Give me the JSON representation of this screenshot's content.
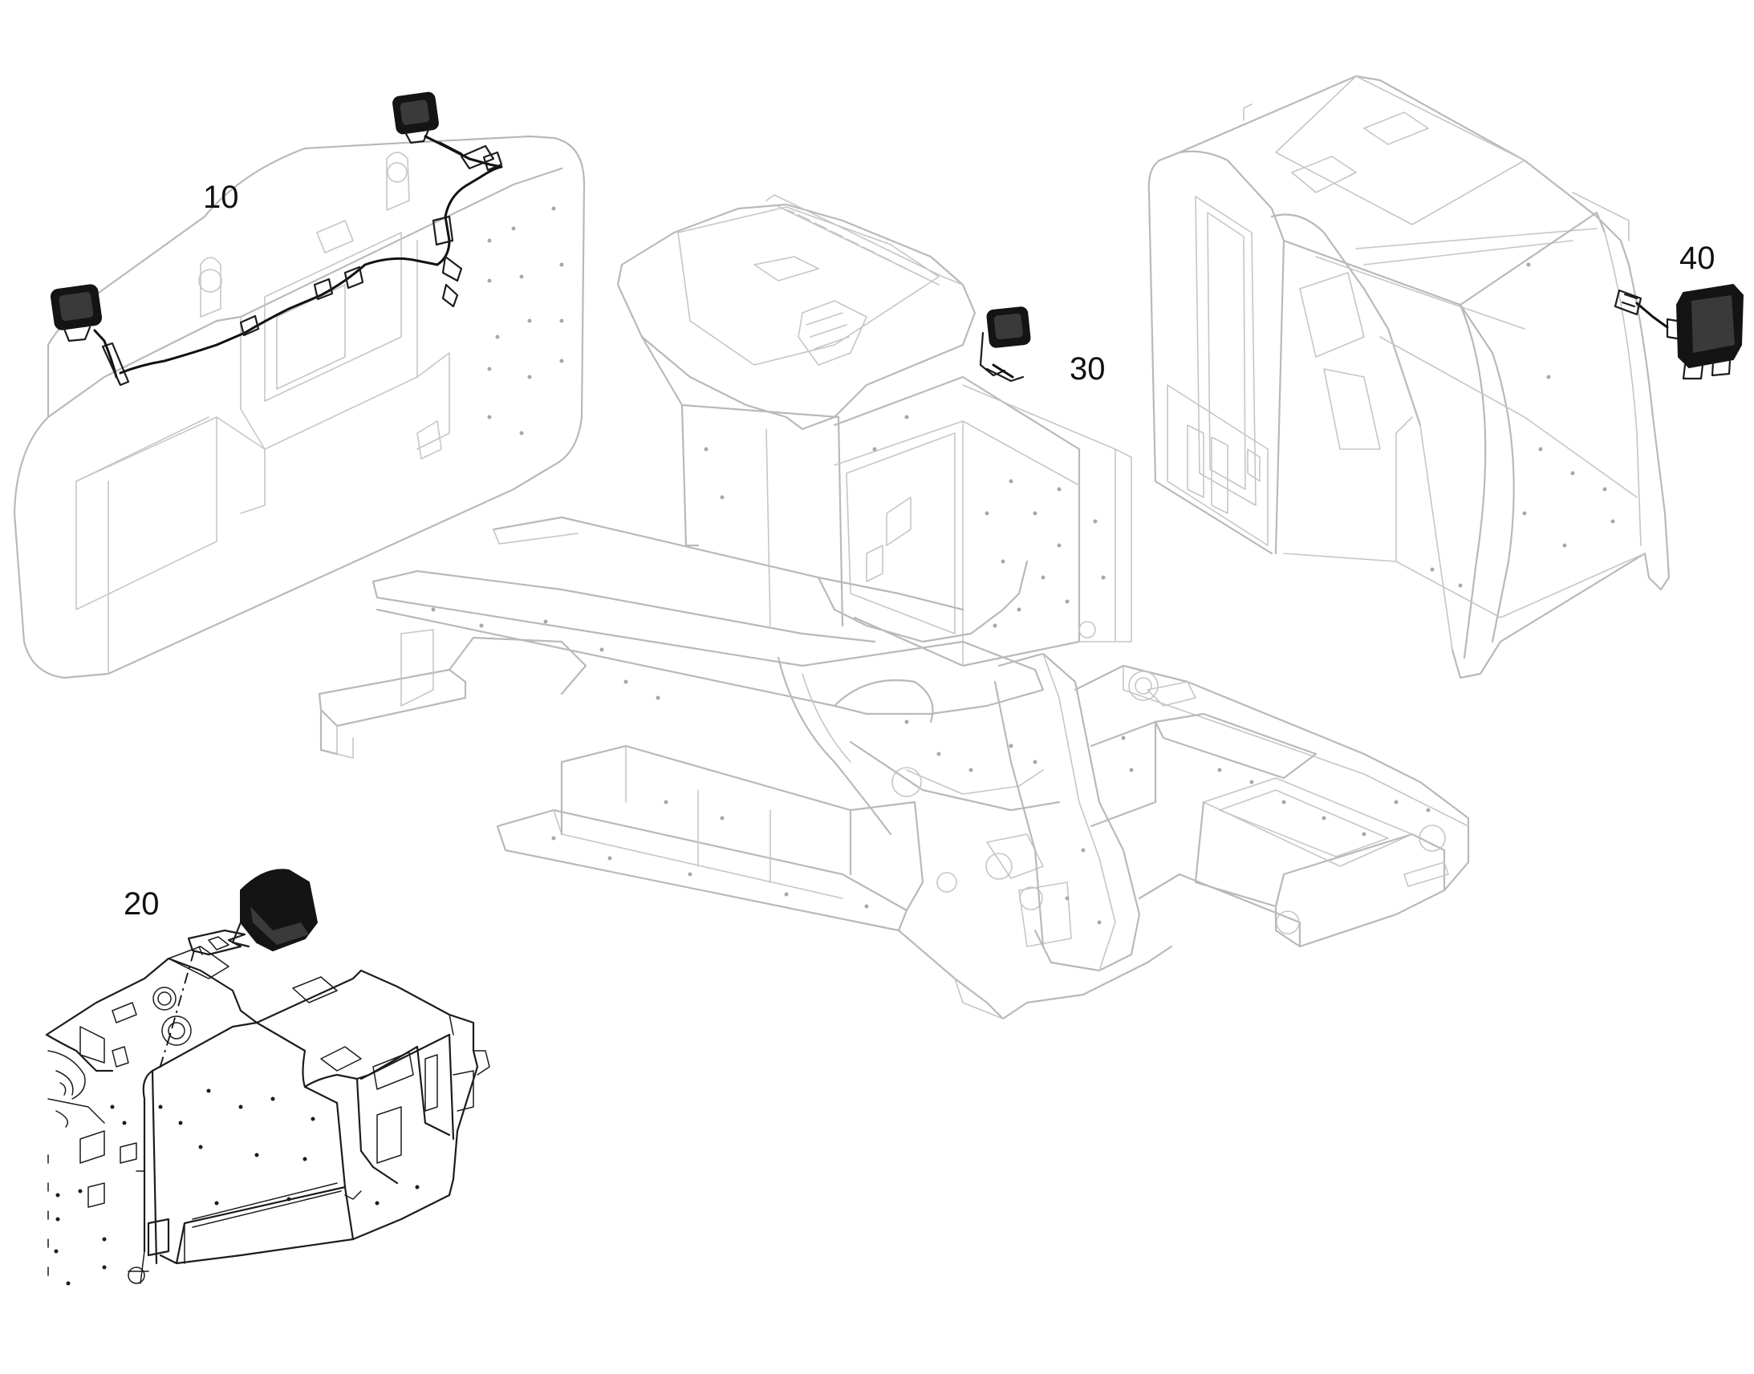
{
  "callouts": [
    {
      "id": "10",
      "label": "10"
    },
    {
      "id": "20",
      "label": "20"
    },
    {
      "id": "30",
      "label": "30"
    },
    {
      "id": "40",
      "label": "40"
    }
  ],
  "colors": {
    "faded_lines": "#b9b9b9",
    "highlight_lines": "#1c1c1c",
    "background": "#ffffff"
  }
}
